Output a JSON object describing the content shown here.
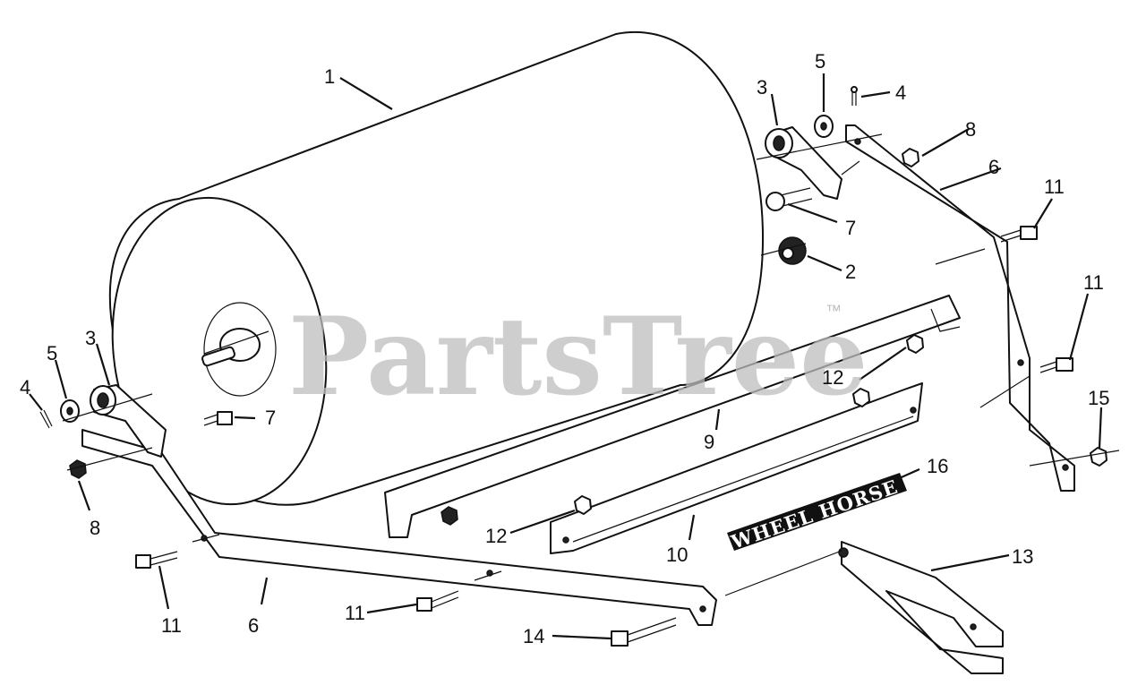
{
  "watermark": {
    "text": "PartsTree",
    "trademark": "™"
  },
  "decal": {
    "text": "WHEEL HORSE",
    "color": "#111111"
  },
  "callouts": [
    {
      "id": "c1",
      "label": "1"
    },
    {
      "id": "c2",
      "label": "2"
    },
    {
      "id": "c3a",
      "label": "3"
    },
    {
      "id": "c3b",
      "label": "3"
    },
    {
      "id": "c4a",
      "label": "4"
    },
    {
      "id": "c4b",
      "label": "4"
    },
    {
      "id": "c5a",
      "label": "5"
    },
    {
      "id": "c5b",
      "label": "5"
    },
    {
      "id": "c6a",
      "label": "6"
    },
    {
      "id": "c6b",
      "label": "6"
    },
    {
      "id": "c7a",
      "label": "7"
    },
    {
      "id": "c7b",
      "label": "7"
    },
    {
      "id": "c8a",
      "label": "8"
    },
    {
      "id": "c8b",
      "label": "8"
    },
    {
      "id": "c9",
      "label": "9"
    },
    {
      "id": "c10",
      "label": "10"
    },
    {
      "id": "c11a",
      "label": "11"
    },
    {
      "id": "c11b",
      "label": "11"
    },
    {
      "id": "c11c",
      "label": "11"
    },
    {
      "id": "c11d",
      "label": "11"
    },
    {
      "id": "c12a",
      "label": "12"
    },
    {
      "id": "c12b",
      "label": "12"
    },
    {
      "id": "c13",
      "label": "13"
    },
    {
      "id": "c14",
      "label": "14"
    },
    {
      "id": "c15",
      "label": "15"
    },
    {
      "id": "c16",
      "label": "16"
    }
  ]
}
